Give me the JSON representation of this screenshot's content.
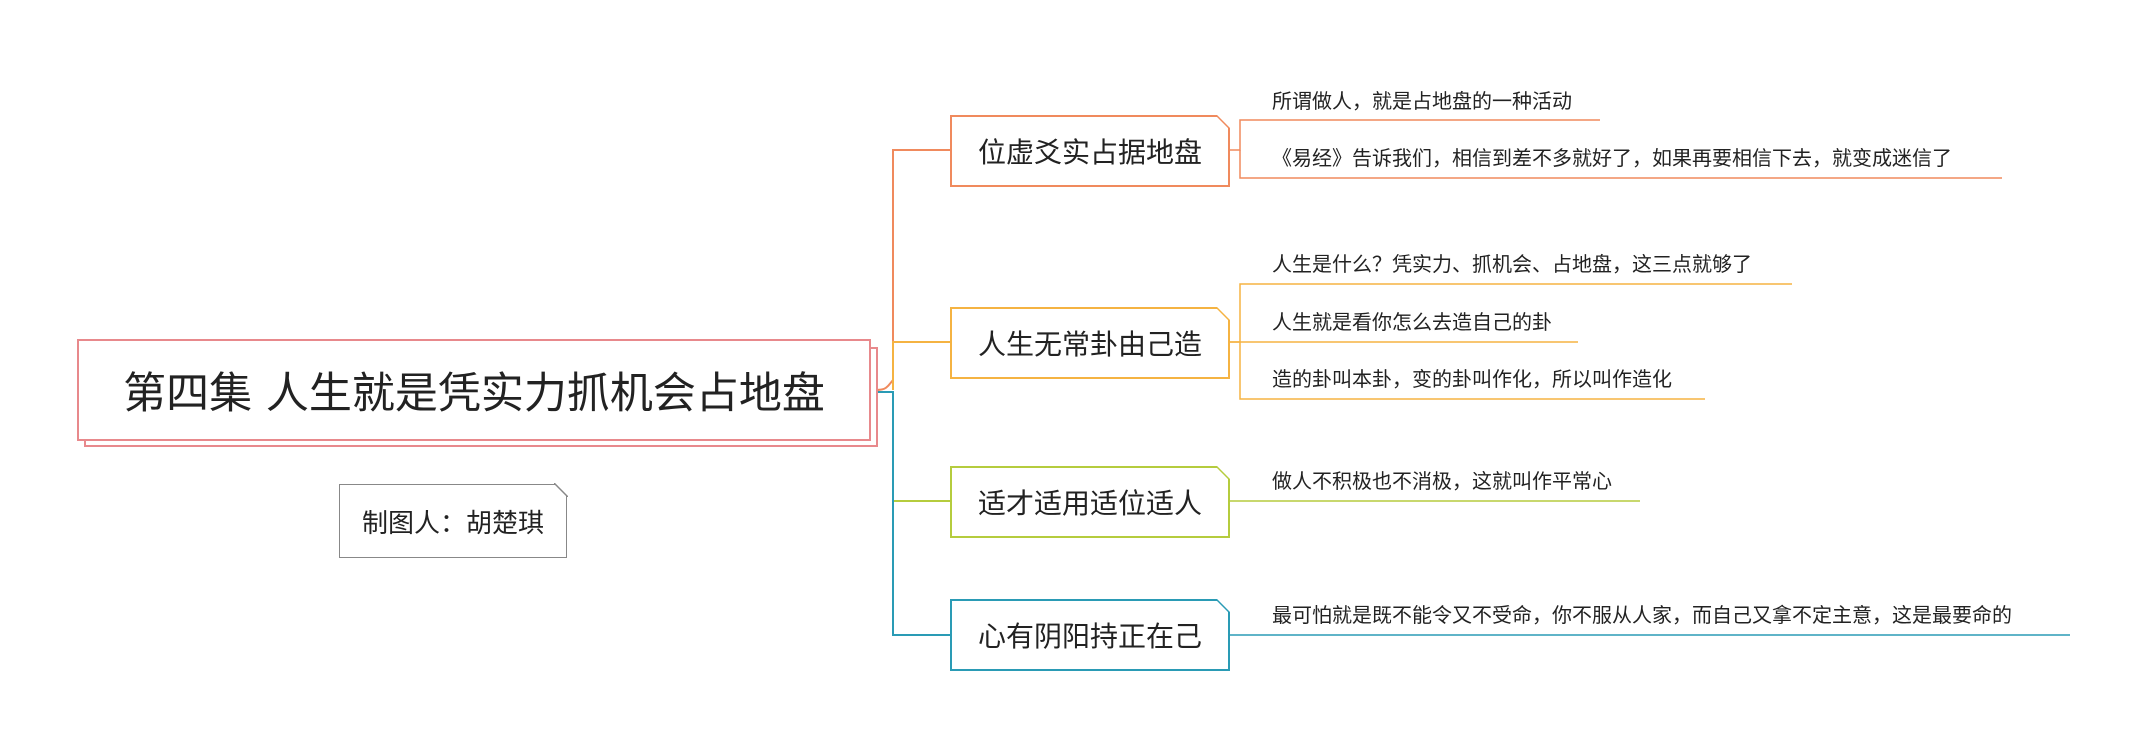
{
  "root": {
    "title": "第四集  人生就是凭实力抓机会占地盘"
  },
  "author": {
    "label": "制图人：胡楚琪"
  },
  "colors": {
    "root": "#e8898c",
    "author": "#888888",
    "branch1": "#f08a5d",
    "branch2": "#f5b342",
    "branch3": "#b5cc3e",
    "branch4": "#2a9bb5"
  },
  "branches": [
    {
      "label": "位虚爻实占据地盘",
      "leaves": [
        "所谓做人，就是占地盘的一种活动",
        "《易经》告诉我们，相信到差不多就好了，如果再要相信下去，就变成迷信了"
      ]
    },
    {
      "label": "人生无常卦由己造",
      "leaves": [
        "人生是什么？凭实力、抓机会、占地盘，这三点就够了",
        "人生就是看你怎么去造自己的卦",
        "造的卦叫本卦，变的卦叫作化，所以叫作造化"
      ]
    },
    {
      "label": "适才适用适位适人",
      "leaves": [
        "做人不积极也不消极，这就叫作平常心"
      ]
    },
    {
      "label": "心有阴阳持正在己",
      "leaves": [
        "最可怕就是既不能令又不受命，你不服从人家，而自己又拿不定主意，这是最要命的"
      ]
    }
  ]
}
